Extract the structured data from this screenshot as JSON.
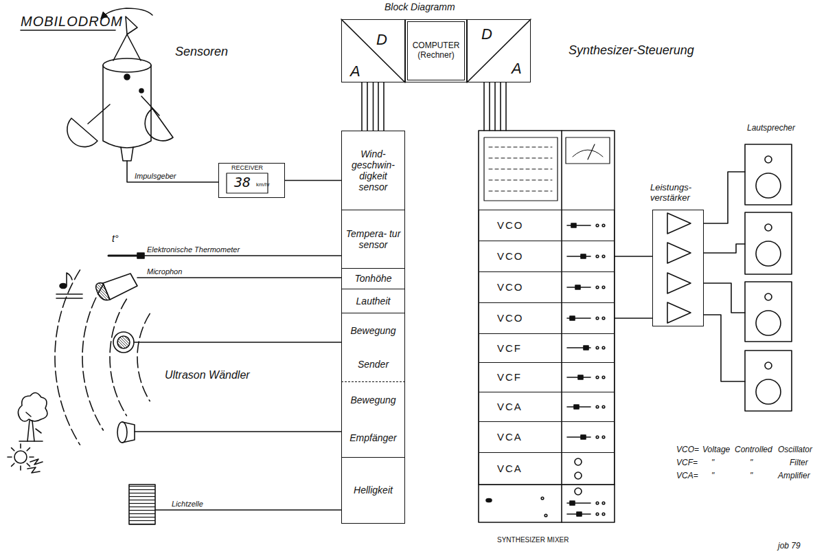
{
  "diagram": {
    "title": "MOBILODROM",
    "nodes": [
      {
        "text": [
          "A",
          "D"
        ]
      },
      {
        "text": [
          "COMPUTER (Rechner)"
        ]
      },
      {
        "text": [
          "D",
          "A"
        ]
      },
      {
        "text": [
          "RECEIVER",
          "38",
          "km/hr"
        ]
      },
      {
        "text": [
          "Wind- geschwin- digkeit sensor"
        ]
      },
      {
        "text": [
          "Tempera- tur sensor"
        ]
      },
      {
        "text": [
          "Tonhöhe"
        ]
      },
      {
        "text": [
          "Lautheit"
        ]
      },
      {
        "text": [
          "Bewegung",
          "Sender"
        ]
      },
      {
        "text": [
          "Bewegung",
          "Empfänger"
        ]
      },
      {
        "text": [
          "Helligkeit"
        ]
      },
      {
        "text": [
          "VCO"
        ]
      },
      {
        "text": [
          "VCO"
        ]
      },
      {
        "text": [
          "VCO"
        ]
      },
      {
        "text": [
          "VCO"
        ]
      },
      {
        "text": [
          "VCF"
        ]
      },
      {
        "text": [
          "VCF"
        ]
      },
      {
        "text": [
          "VCA"
        ]
      },
      {
        "text": [
          "VCA"
        ]
      },
      {
        "text": [
          "VCA"
        ]
      },
      {
        "text": [
          "Leistungs- verstärker"
        ]
      }
    ],
    "edges": [
      {
        "from": 3,
        "to": 4,
        "arrow": "none"
      },
      {
        "from": 0,
        "to": 4,
        "arrow": "none"
      },
      {
        "from": 12,
        "to": 20,
        "arrow": "none"
      },
      {
        "from": 14,
        "to": 20,
        "arrow": "none"
      }
    ],
    "labels": [
      "Block Diagramm",
      "Sensoren",
      "Synthesizer-Steuerung",
      "Impulsgeber",
      "t°",
      "Elektronische Thermometer",
      "Microphon",
      "Ultrason Wändler",
      "Lichtzelle",
      "Lautsprecher",
      "SYNTHESIZER MIXER",
      "VCO=",
      "Voltage",
      "Controlled",
      "Oscillator",
      "VCF=",
      "\"",
      "\"",
      "Filter",
      "VCA=",
      "\"",
      "\"",
      "Amplifier",
      "job 79"
    ]
  }
}
